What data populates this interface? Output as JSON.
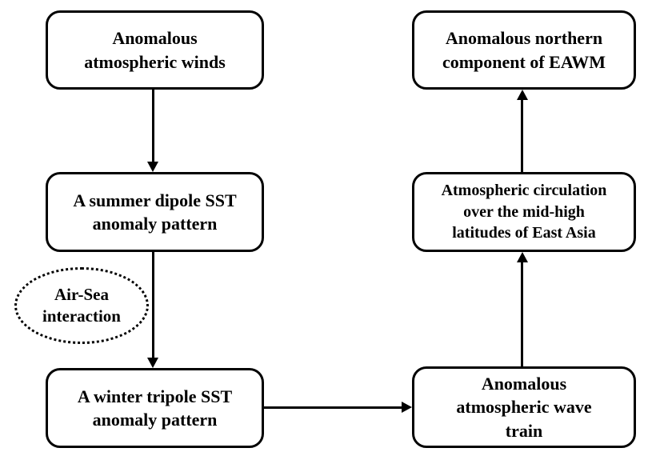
{
  "diagram": {
    "title": "EAWM mechanism flowchart",
    "background_color": "#ffffff",
    "line_color": "#000000",
    "nodes": {
      "winds": {
        "label": "Anomalous\natmospheric winds",
        "shape": "rounded-rect"
      },
      "summer_dipole": {
        "label": "A summer dipole SST\nanomaly pattern",
        "shape": "rounded-rect"
      },
      "air_sea": {
        "label": "Air-Sea\ninteraction",
        "shape": "dotted-ellipse"
      },
      "winter_tripole": {
        "label": "A winter tripole SST\nanomaly pattern",
        "shape": "rounded-rect"
      },
      "wave_train": {
        "label": "Anomalous\natmospheric wave\ntrain",
        "shape": "rounded-rect"
      },
      "circulation": {
        "label": "Atmospheric circulation\nover the mid-high\nlatitudes of East Asia",
        "shape": "rounded-rect"
      },
      "eawm": {
        "label": "Anomalous northern\ncomponent of EAWM",
        "shape": "rounded-rect"
      }
    },
    "edges": [
      {
        "from": "winds",
        "to": "summer_dipole",
        "direction": "down"
      },
      {
        "from": "summer_dipole",
        "to": "winter_tripole",
        "direction": "down",
        "via_label": "air_sea"
      },
      {
        "from": "winter_tripole",
        "to": "wave_train",
        "direction": "right"
      },
      {
        "from": "wave_train",
        "to": "circulation",
        "direction": "up"
      },
      {
        "from": "circulation",
        "to": "eawm",
        "direction": "up"
      }
    ]
  }
}
